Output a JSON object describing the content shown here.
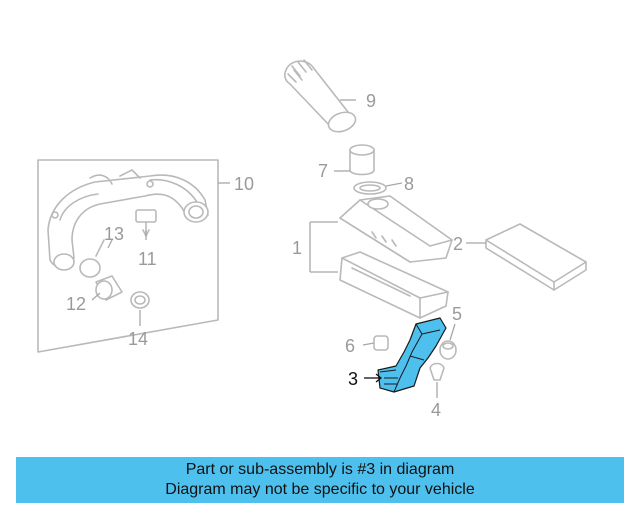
{
  "callouts": {
    "c1": "1",
    "c2": "2",
    "c3": "3",
    "c4": "4",
    "c5": "5",
    "c6": "6",
    "c7": "7",
    "c8": "8",
    "c9": "9",
    "c10": "10",
    "c11": "11",
    "c12": "12",
    "c13": "13",
    "c14": "14"
  },
  "highlight_color": "#4ec0ee",
  "banner": {
    "line1": "Part or sub-assembly is #3 in diagram",
    "line2": "Diagram may not be specific to your vehicle",
    "background": "#4ec0ee"
  }
}
